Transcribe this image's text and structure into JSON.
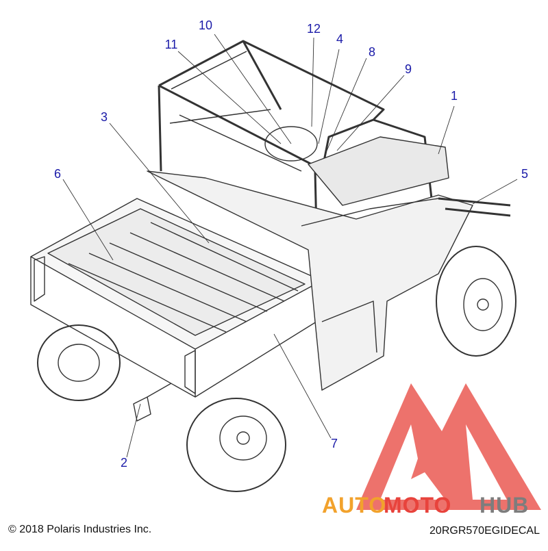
{
  "diagram": {
    "callouts": [
      {
        "id": "1",
        "label": "1"
      },
      {
        "id": "2",
        "label": "2"
      },
      {
        "id": "3",
        "label": "3"
      },
      {
        "id": "4",
        "label": "4"
      },
      {
        "id": "5",
        "label": "5"
      },
      {
        "id": "6",
        "label": "6"
      },
      {
        "id": "7",
        "label": "7"
      },
      {
        "id": "8",
        "label": "8"
      },
      {
        "id": "9",
        "label": "9"
      },
      {
        "id": "10",
        "label": "10"
      },
      {
        "id": "11",
        "label": "11"
      },
      {
        "id": "12",
        "label": "12"
      }
    ],
    "copyright": "© 2018 Polaris Industries Inc.",
    "drawing_code": "20RGR570EGIDECAL",
    "colors": {
      "callout": "#1a1aa8",
      "line": "#333333",
      "watermark_red": "#e8433c",
      "watermark_orange": "#f2a22c",
      "watermark_gray": "#7d7d7d"
    }
  },
  "watermark": {
    "word_part1": "AUTO",
    "word_part2": "MOTO",
    "word_part3": "HUB"
  }
}
